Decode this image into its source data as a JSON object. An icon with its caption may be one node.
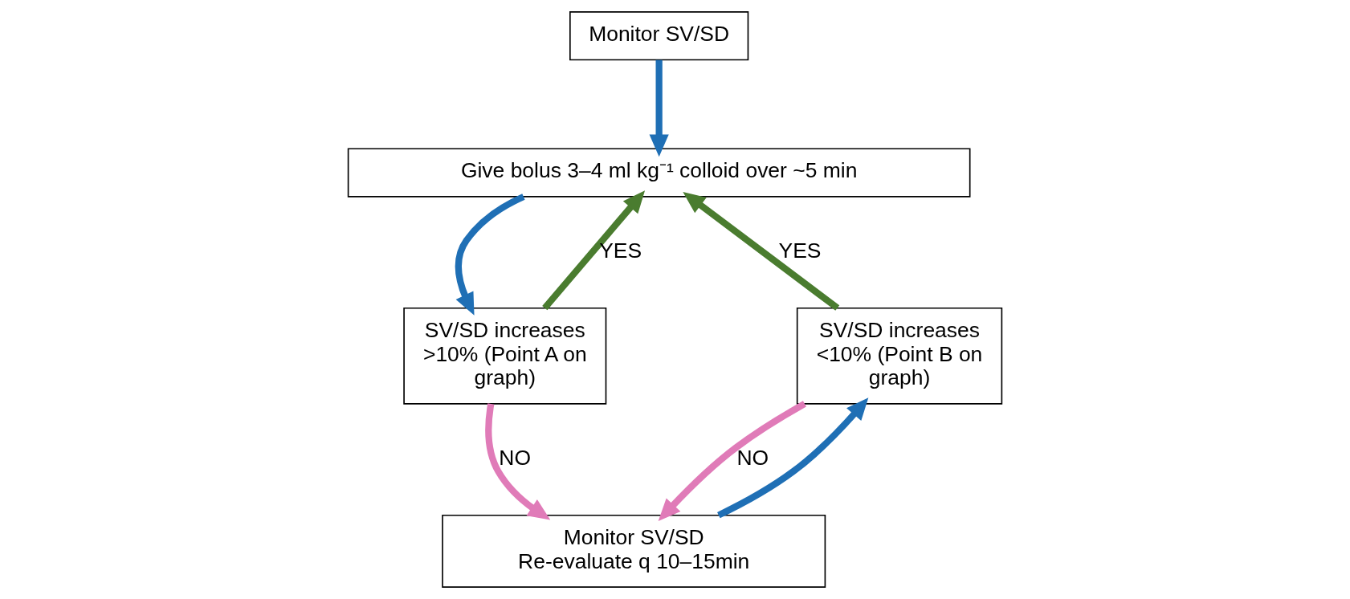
{
  "diagram": {
    "nodes": [
      {
        "text": [
          "Monitor SV/SD"
        ]
      },
      {
        "text": [
          "Give bolus 3–4 ml kg⁻¹ colloid over ~5 min"
        ]
      },
      {
        "text": [
          "SV/SD increases >10% (Point A on graph)"
        ]
      },
      {
        "text": [
          "SV/SD increases <10% (Point B on graph)"
        ]
      },
      {
        "text": [
          "Monitor SV/SD",
          "Re-evaluate q 10–15min"
        ]
      }
    ],
    "edges": [
      {
        "from": 0,
        "to": 1,
        "arrow": "to"
      },
      {
        "from": 1,
        "to": 2,
        "arrow": "to"
      },
      {
        "from": 2,
        "to": 1,
        "arrow": "to",
        "label": "YES",
        "color": "#4a7c2f"
      },
      {
        "from": 2,
        "to": 4,
        "arrow": "to",
        "label": "NO",
        "color": "#e07bb8"
      },
      {
        "from": 4,
        "to": 3,
        "arrow": "to"
      },
      {
        "from": 3,
        "to": 1,
        "arrow": "to",
        "label": "YES",
        "color": "#4a7c2f"
      },
      {
        "from": 3,
        "to": 4,
        "arrow": "to",
        "label": "NO",
        "color": "#e07bb8"
      }
    ]
  }
}
